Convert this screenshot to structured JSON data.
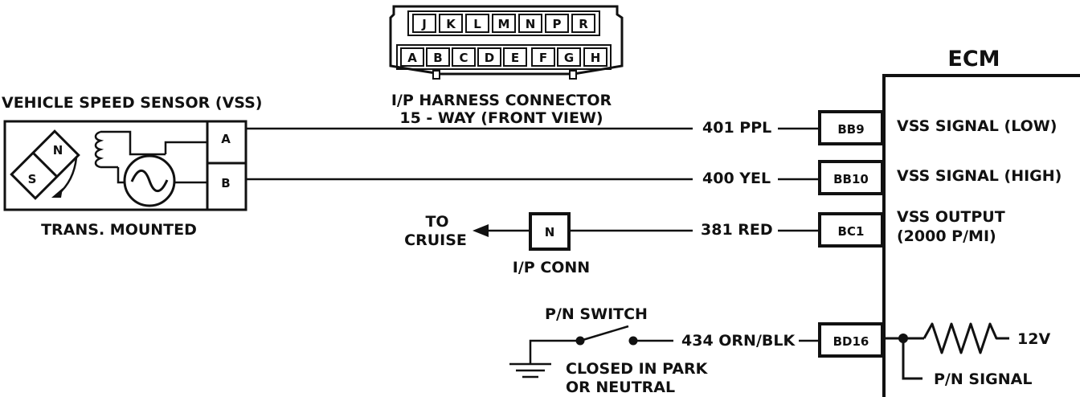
{
  "vss": {
    "title": "VEHICLE SPEED SENSOR (VSS)",
    "pin_a": "A",
    "pin_b": "B",
    "magnet_n": "N",
    "magnet_s": "S",
    "mount": "TRANS. MOUNTED"
  },
  "harness_connector": {
    "top_pins": [
      "J",
      "K",
      "L",
      "M",
      "N",
      "P",
      "R"
    ],
    "bottom_pins": [
      "A",
      "B",
      "C",
      "D",
      "E",
      "F",
      "G",
      "H"
    ],
    "label_line1": "I/P HARNESS CONNECTOR",
    "label_line2": "15 - WAY (FRONT VIEW)"
  },
  "ecm": {
    "title": "ECM"
  },
  "circuits": [
    {
      "wire": "401 PPL",
      "terminal": "BB9",
      "function": "VSS SIGNAL (LOW)"
    },
    {
      "wire": "400 YEL",
      "terminal": "BB10",
      "function": "VSS SIGNAL (HIGH)"
    },
    {
      "wire": "381 RED",
      "terminal": "BC1",
      "function": "VSS OUTPUT",
      "function_line2": "(2000 P/MI)"
    },
    {
      "wire": "434 ORN/BLK",
      "terminal": "BD16"
    }
  ],
  "cruise": {
    "line1": "TO",
    "line2": "CRUISE",
    "conn_pin": "N",
    "conn_label": "I/P CONN"
  },
  "pn_switch": {
    "title": "P/N SWITCH",
    "state_line1": "CLOSED IN PARK",
    "state_line2": "OR NEUTRAL",
    "supply": "12V",
    "signal": "P/N SIGNAL"
  },
  "colors": {
    "ink": "#111111",
    "background": "#ffffff"
  }
}
